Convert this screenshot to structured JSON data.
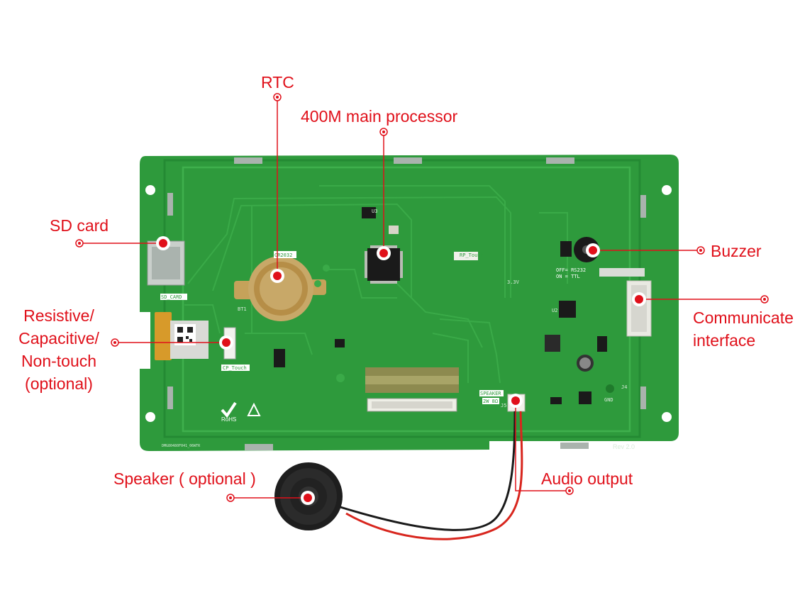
{
  "callouts": {
    "rtc": "RTC",
    "processor": "400M main processor",
    "sd_card": "SD card",
    "touch_line1": "Resistive/",
    "touch_line2": "Capacitive/",
    "touch_line3": "Non-touch",
    "touch_line4": "(optional)",
    "buzzer": "Buzzer",
    "comm_line1": "Communicate",
    "comm_line2": "interface",
    "speaker": "Speaker ( optional )",
    "audio": "Audio output"
  },
  "board_labels": {
    "battery": "CR2032",
    "bt1": "BT1",
    "sd_slot": "SD_CARD",
    "cp_touch": "CP_Touch",
    "rp_touch": "RP_Touch",
    "speaker_conn": "SPEAKER",
    "speaker_spec": "2W 8Ω",
    "serial_off": "OFF= RS232",
    "serial_on": "ON = TTL",
    "rev": "Rev 2.0",
    "rohs": "RoHS",
    "part_no": "DMG80480F041_06WTR",
    "u2": "U2",
    "u3": "U3",
    "j5": "J5",
    "j4": "J4",
    "gnd": "GND",
    "v33": "3.3V"
  },
  "colors": {
    "accent": "#e0101a",
    "pcb": "#2e9a3c",
    "pcb_dark": "#1f7a2b",
    "trace": "#3aaa48"
  }
}
